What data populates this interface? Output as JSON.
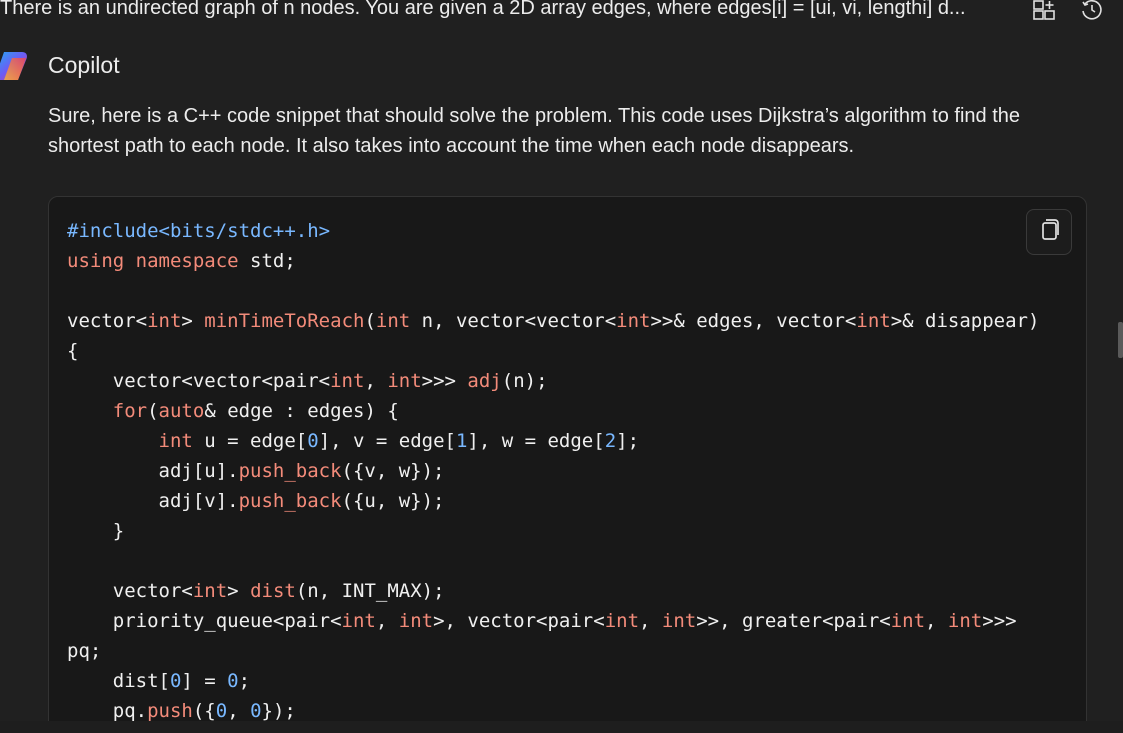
{
  "user_message": {
    "text": "There is an undirected graph of n nodes. You are given a 2D array edges, where edges[i] = [ui, vi, lengthi] d..."
  },
  "top_actions": {
    "new_chat_icon": "new-chat-icon",
    "history_icon": "history-icon"
  },
  "assistant": {
    "name": "Copilot",
    "logo_colors": [
      "#f7b13a",
      "#e9445c",
      "#6d5bf5",
      "#23a9f2"
    ],
    "intro": "Sure, here is a C++ code snippet that should solve the problem. This code uses Dijkstra’s algorithm to find the shortest path to each node. It also takes into account the time when each node disappears."
  },
  "code_block": {
    "language": "cpp",
    "copy_icon": "copy-icon",
    "lines": [
      [
        [
          "pre",
          "#include<bits/stdc++.h>"
        ]
      ],
      [
        [
          "kw",
          "using"
        ],
        [
          "plain",
          " "
        ],
        [
          "kw",
          "namespace"
        ],
        [
          "plain",
          " std;"
        ]
      ],
      [],
      [
        [
          "plain",
          "vector<"
        ],
        [
          "type",
          "int"
        ],
        [
          "plain",
          "> "
        ],
        [
          "fn",
          "minTimeToReach"
        ],
        [
          "plain",
          "("
        ],
        [
          "type",
          "int"
        ],
        [
          "plain",
          " n, vector<vector<"
        ],
        [
          "type",
          "int"
        ],
        [
          "plain",
          ">>& edges, vector<"
        ],
        [
          "type",
          "int"
        ],
        [
          "plain",
          ">& disappear)"
        ]
      ],
      [
        [
          "plain",
          "{"
        ]
      ],
      [
        [
          "plain",
          "    vector<vector<pair<"
        ],
        [
          "type",
          "int"
        ],
        [
          "plain",
          ", "
        ],
        [
          "type",
          "int"
        ],
        [
          "plain",
          ">>> "
        ],
        [
          "fn",
          "adj"
        ],
        [
          "plain",
          "(n);"
        ]
      ],
      [
        [
          "plain",
          "    "
        ],
        [
          "kw",
          "for"
        ],
        [
          "plain",
          "("
        ],
        [
          "kw",
          "auto"
        ],
        [
          "plain",
          "& edge : edges) {"
        ]
      ],
      [
        [
          "plain",
          "        "
        ],
        [
          "type",
          "int"
        ],
        [
          "plain",
          " u = edge["
        ],
        [
          "num",
          "0"
        ],
        [
          "plain",
          "], v = edge["
        ],
        [
          "num",
          "1"
        ],
        [
          "plain",
          "], w = edge["
        ],
        [
          "num",
          "2"
        ],
        [
          "plain",
          "];"
        ]
      ],
      [
        [
          "plain",
          "        adj[u]."
        ],
        [
          "fn",
          "push_back"
        ],
        [
          "plain",
          "({v, w});"
        ]
      ],
      [
        [
          "plain",
          "        adj[v]."
        ],
        [
          "fn",
          "push_back"
        ],
        [
          "plain",
          "({u, w});"
        ]
      ],
      [
        [
          "plain",
          "    }"
        ]
      ],
      [],
      [
        [
          "plain",
          "    vector<"
        ],
        [
          "type",
          "int"
        ],
        [
          "plain",
          "> "
        ],
        [
          "fn",
          "dist"
        ],
        [
          "plain",
          "(n, INT_MAX);"
        ]
      ],
      [
        [
          "plain",
          "    priority_queue<pair<"
        ],
        [
          "type",
          "int"
        ],
        [
          "plain",
          ", "
        ],
        [
          "type",
          "int"
        ],
        [
          "plain",
          ">, vector<pair<"
        ],
        [
          "type",
          "int"
        ],
        [
          "plain",
          ", "
        ],
        [
          "type",
          "int"
        ],
        [
          "plain",
          ">>, greater<pair<"
        ],
        [
          "type",
          "int"
        ],
        [
          "plain",
          ", "
        ],
        [
          "type",
          "int"
        ],
        [
          "plain",
          ">>>"
        ]
      ],
      [
        [
          "plain",
          "pq;"
        ]
      ],
      [
        [
          "plain",
          "    dist["
        ],
        [
          "num",
          "0"
        ],
        [
          "plain",
          "] = "
        ],
        [
          "num",
          "0"
        ],
        [
          "plain",
          ";"
        ]
      ],
      [
        [
          "plain",
          "    pq."
        ],
        [
          "fn",
          "push"
        ],
        [
          "plain",
          "({"
        ],
        [
          "num",
          "0"
        ],
        [
          "plain",
          ", "
        ],
        [
          "num",
          "0"
        ],
        [
          "plain",
          "});"
        ]
      ]
    ]
  }
}
